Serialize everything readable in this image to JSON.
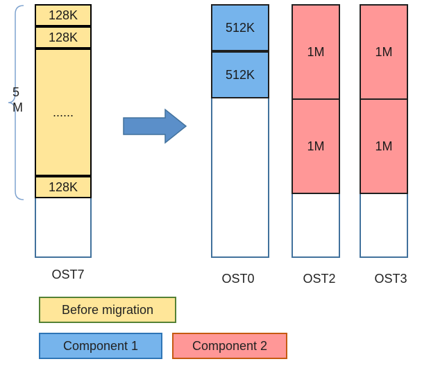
{
  "brace_label": [
    "5",
    "M"
  ],
  "ost7": {
    "label": "OST7",
    "blocks": [
      "128K",
      "128K",
      "......",
      "128K"
    ]
  },
  "ost0": {
    "label": "OST0",
    "blocks": [
      "512K",
      "512K"
    ]
  },
  "ost2": {
    "label": "OST2",
    "blocks": [
      "1M",
      "1M"
    ]
  },
  "ost3": {
    "label": "OST3",
    "blocks": [
      "1M",
      "1M"
    ]
  },
  "legend": {
    "before": "Before migration",
    "component1": "Component 1",
    "component2": "Component 2"
  },
  "colors": {
    "before": "#ffe699",
    "component1": "#76b4ec",
    "component2": "#ff9797",
    "column_border": "#41719c",
    "arrow": "#5b8fc9"
  }
}
